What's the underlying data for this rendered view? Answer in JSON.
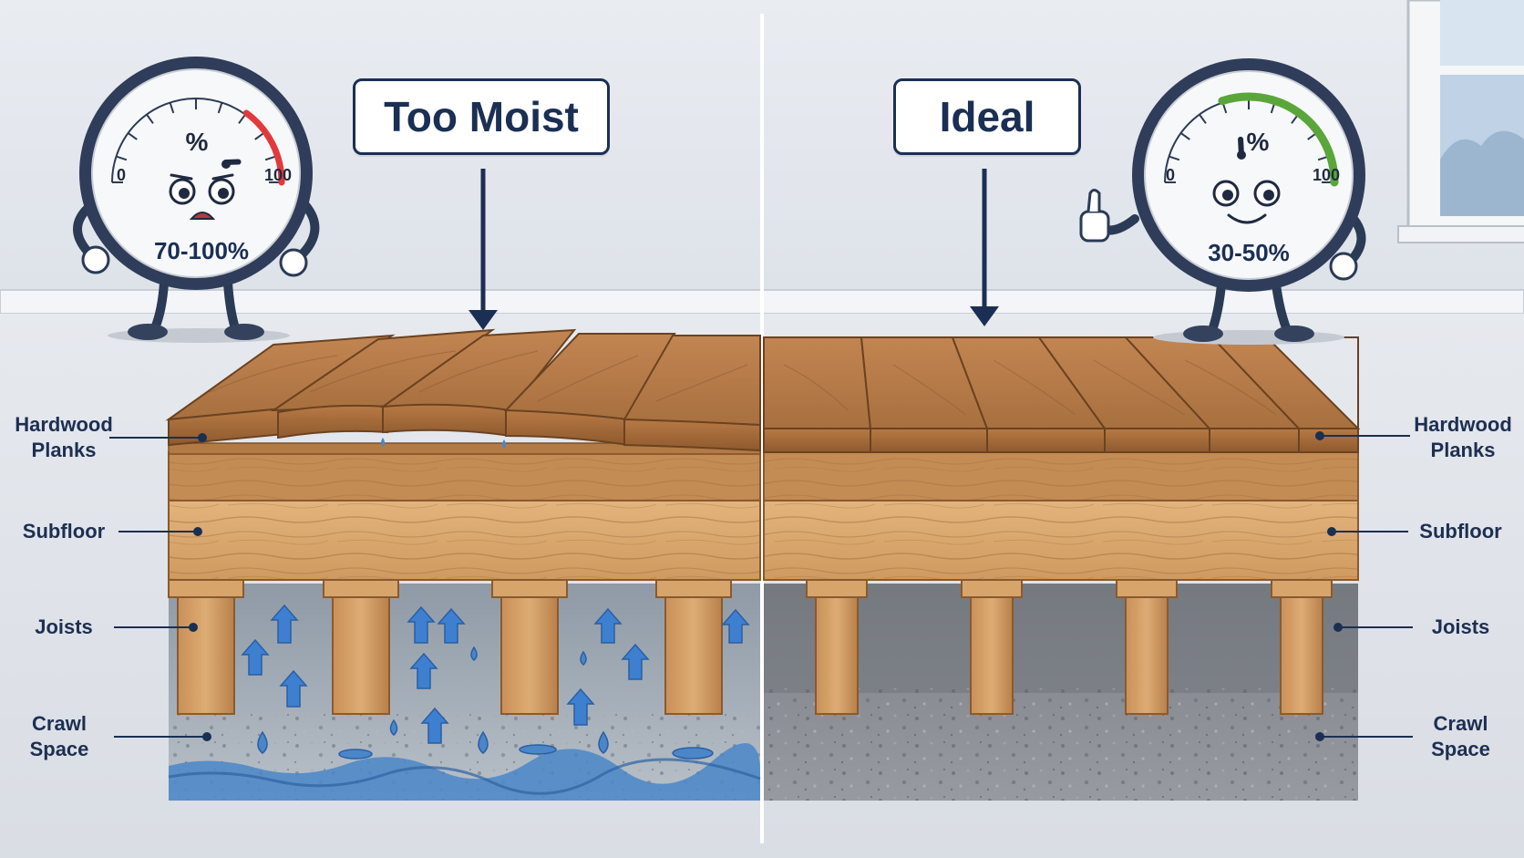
{
  "panels": {
    "left": {
      "callout": "Too Moist",
      "gauge": {
        "unit": "%",
        "min": "0",
        "max": "100",
        "range": "70-100%",
        "needle_percent": 88,
        "zone_color": "#e23a3a"
      }
    },
    "right": {
      "callout": "Ideal",
      "gauge": {
        "unit": "%",
        "min": "0",
        "max": "100",
        "range": "30-50%",
        "needle_percent": 45,
        "zone_color": "#5aa63a"
      }
    }
  },
  "layers": {
    "hardwood": "Hardwood\nPlanks",
    "subfloor": "Subfloor",
    "joists": "Joists",
    "crawl": "Crawl\nSpace"
  },
  "colors": {
    "navy": "#1b2f54",
    "wood_light": "#d6a56d",
    "wood_dark": "#9a6436",
    "water": "#4a86c8",
    "gravel": "#8b8d91"
  }
}
